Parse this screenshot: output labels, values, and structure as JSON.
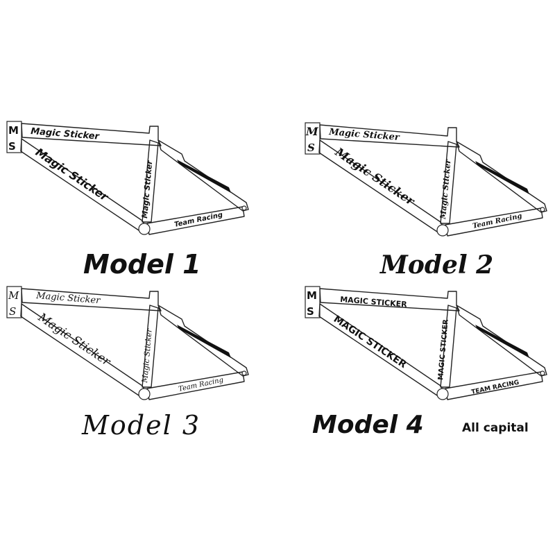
{
  "models": [
    {
      "title": "Model 1",
      "logo_top": "M",
      "logo_bottom": "S",
      "top_tube": "Magic Sticker",
      "down_tube": "Magic Sticker",
      "seat_tube": "Magic Sticker",
      "chain_stay": "Team Racing"
    },
    {
      "title": "Model 2",
      "logo_top": "M",
      "logo_bottom": "S",
      "top_tube": "Magic Sticker",
      "down_tube": "Magic Sticker",
      "seat_tube": "Magic Sticker",
      "chain_stay": "Team Racing"
    },
    {
      "title": "Model 3",
      "logo_top": "M",
      "logo_bottom": "S",
      "top_tube": "Magic Sticker",
      "down_tube": "Magic Sticker",
      "seat_tube": "Magic Sticker",
      "chain_stay": "Team Racing"
    },
    {
      "title": "Model 4",
      "note": "All capital",
      "logo_top": "M",
      "logo_bottom": "S",
      "top_tube": "MAGIC STICKER",
      "down_tube": "MAGIC STICKER",
      "seat_tube": "MAGIC STICKER",
      "chain_stay": "TEAM RACING"
    }
  ],
  "colors": {
    "ink": "#111111",
    "background": "#ffffff"
  }
}
